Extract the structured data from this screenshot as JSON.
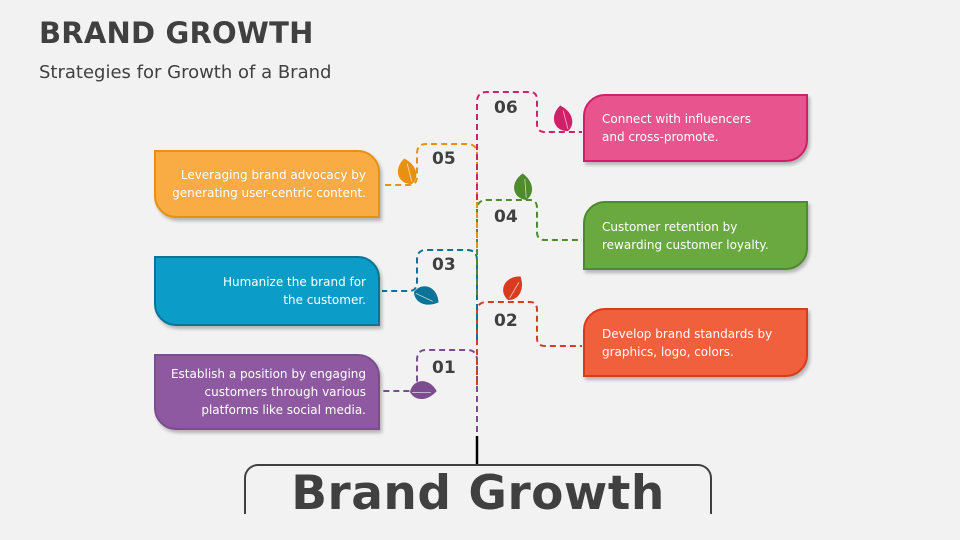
{
  "header": {
    "title": "BRAND GROWTH",
    "subtitle": "Strategies for Growth of a Brand"
  },
  "center": {
    "label": "Brand Growth"
  },
  "colors": {
    "s01": "#8e59a0",
    "s02": "#f0603c",
    "s03": "#0b9cc8",
    "s04": "#6aa840",
    "s05": "#f9ab44",
    "s06": "#e8558e",
    "text_dark": "#404040",
    "background": "#f2f2f2"
  },
  "steps": [
    {
      "number": "01",
      "side": "left",
      "lines": [
        "Establish a position by engaging",
        "customers through various",
        "platforms like social media."
      ],
      "color": "#8e59a0",
      "leaf_icon": "leaf-icon"
    },
    {
      "number": "02",
      "side": "right",
      "lines": [
        "Develop brand standards by",
        "graphics, logo, colors."
      ],
      "color": "#f0603c",
      "leaf_icon": "leaf-icon"
    },
    {
      "number": "03",
      "side": "left",
      "lines": [
        "Humanize the brand for",
        "the customer."
      ],
      "color": "#0b9cc8",
      "leaf_icon": "leaf-icon"
    },
    {
      "number": "04",
      "side": "right",
      "lines": [
        "Customer retention by",
        "rewarding customer loyalty."
      ],
      "color": "#6aa840",
      "leaf_icon": "leaf-icon"
    },
    {
      "number": "05",
      "side": "left",
      "lines": [
        "Leveraging brand advocacy by",
        "generating user-centric content."
      ],
      "color": "#f9ab44",
      "leaf_icon": "leaf-icon"
    },
    {
      "number": "06",
      "side": "right",
      "lines": [
        "Connect with influencers",
        "and cross-promote."
      ],
      "color": "#e8558e",
      "leaf_icon": "leaf-icon"
    }
  ]
}
